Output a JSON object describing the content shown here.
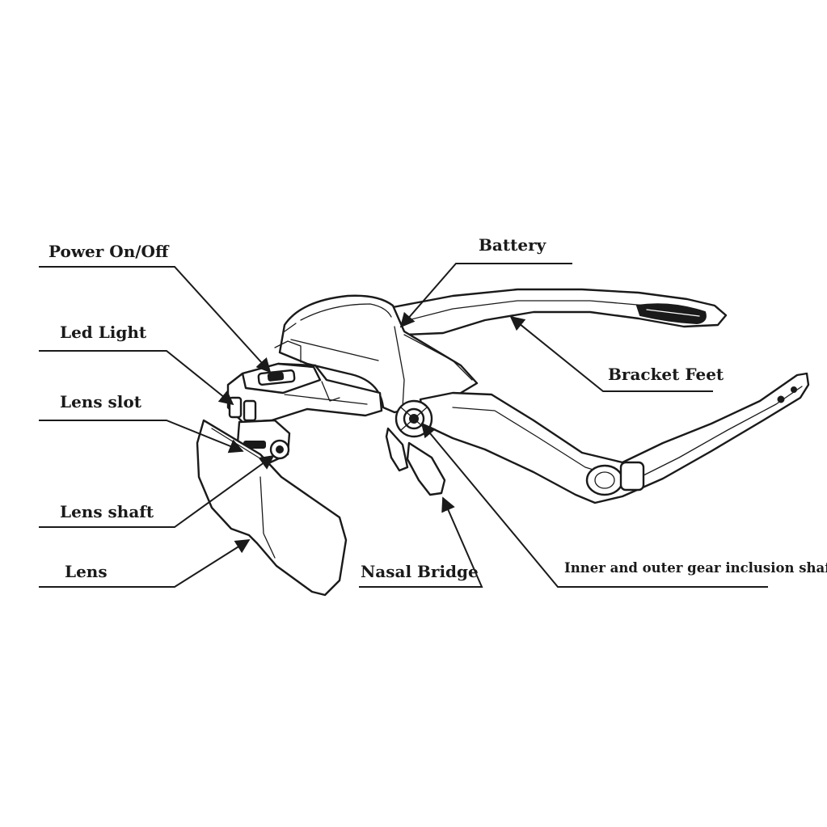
{
  "callouts": {
    "power": "Power On/Off",
    "led": "Led Light",
    "lens_slot": "Lens slot",
    "lens_shaft": "Lens shaft",
    "lens": "Lens",
    "battery": "Battery",
    "bracket_feet": "Bracket Feet",
    "nasal_bridge": "Nasal Bridge",
    "gear_shaft": "Inner and outer gear inclusion shaft"
  }
}
